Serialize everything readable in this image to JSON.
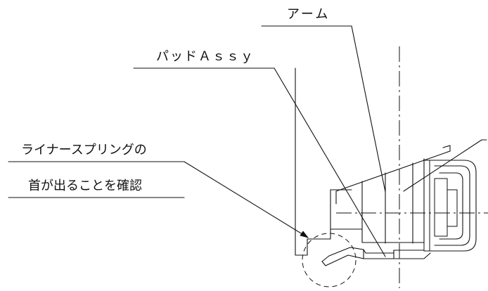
{
  "labels": {
    "arm": "アーム",
    "pad_assy": "パッドＡｓｓｙ",
    "liner_note": {
      "line1": "ライナースプリングの",
      "line2": "首が出ることを確認"
    }
  },
  "colors": {
    "line": "#111111",
    "background": "#ffffff"
  }
}
